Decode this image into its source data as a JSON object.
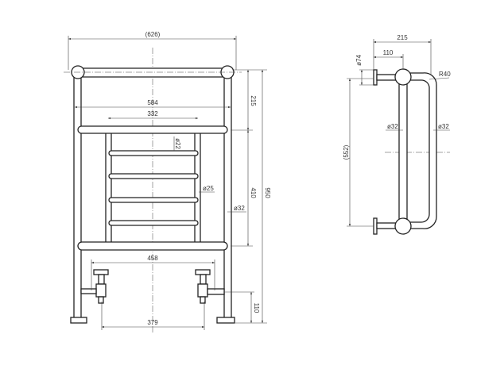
{
  "front_view": {
    "overall_width": "(626)",
    "rail_width": "584",
    "ladder_width": "332",
    "top_to_mid": "215",
    "ladder_height": "410",
    "overall_height": "950",
    "valve_height": "110",
    "valve_span": "458",
    "leg_span": "379",
    "rung_dia": "ø22",
    "stile_dia": "ø25",
    "leg_dia": "ø32"
  },
  "side_view": {
    "projection": "215",
    "wall_offset": "110",
    "plate_dia": "ø74",
    "bend_radius": "R40",
    "tube_dia_left": "ø32",
    "tube_dia_right": "ø32",
    "bracket_centres": "(552)"
  }
}
